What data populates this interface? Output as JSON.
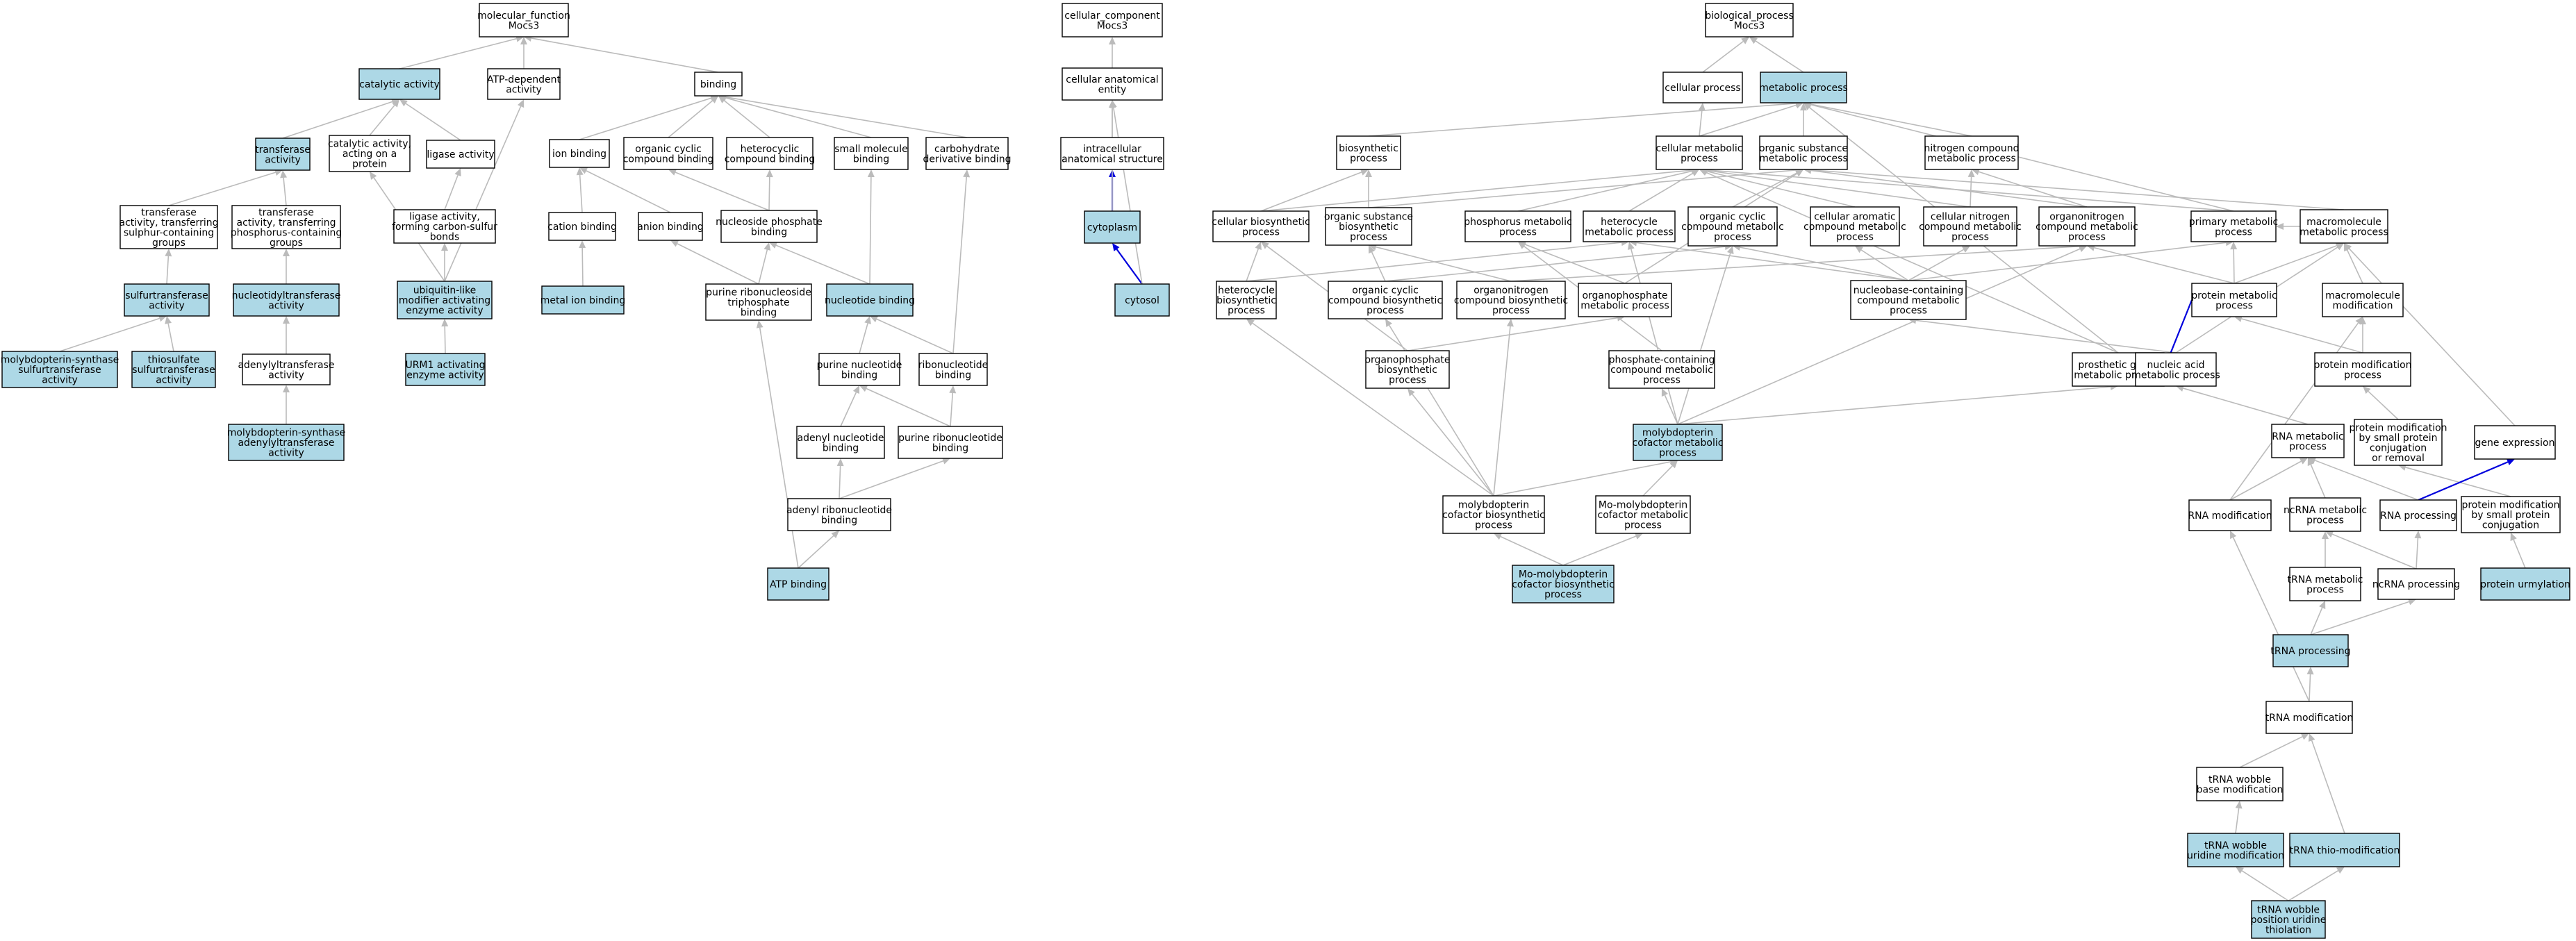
{
  "colors": {
    "highlight": "#add8e6",
    "plain": "#ffffff",
    "edge": "#bbbbbb",
    "edge_highlight": "#0000dd"
  },
  "nodes": [
    {
      "id": "mf",
      "lines": [
        "molecular_function",
        "Mocs3"
      ],
      "hl": false
    },
    {
      "id": "cat",
      "lines": [
        "catalytic activity"
      ],
      "hl": true
    },
    {
      "id": "atpdep",
      "lines": [
        "ATP-dependent",
        "activity"
      ],
      "hl": false
    },
    {
      "id": "binding",
      "lines": [
        "binding"
      ],
      "hl": false
    },
    {
      "id": "transf",
      "lines": [
        "transferase",
        "activity"
      ],
      "hl": true
    },
    {
      "id": "catprot",
      "lines": [
        "catalytic activity,",
        "acting on a",
        "protein"
      ],
      "hl": false
    },
    {
      "id": "ligase",
      "lines": [
        "ligase activity"
      ],
      "hl": false
    },
    {
      "id": "ionb",
      "lines": [
        "ion binding"
      ],
      "hl": false
    },
    {
      "id": "orgcyc",
      "lines": [
        "organic cyclic",
        "compound binding"
      ],
      "hl": false
    },
    {
      "id": "hetcyc",
      "lines": [
        "heterocyclic",
        "compound binding"
      ],
      "hl": false
    },
    {
      "id": "smallmol",
      "lines": [
        "small molecule",
        "binding"
      ],
      "hl": false
    },
    {
      "id": "carbo",
      "lines": [
        "carbohydrate",
        "derivative binding"
      ],
      "hl": false
    },
    {
      "id": "trsulf",
      "lines": [
        "transferase",
        "activity, transferring",
        "sulphur-containing",
        "groups"
      ],
      "hl": false
    },
    {
      "id": "trphos",
      "lines": [
        "transferase",
        "activity, transferring",
        "phosphorus-containing",
        "groups"
      ],
      "hl": false
    },
    {
      "id": "ligcs",
      "lines": [
        "ligase activity,",
        "forming carbon-sulfur",
        "bonds"
      ],
      "hl": false
    },
    {
      "id": "cation",
      "lines": [
        "cation binding"
      ],
      "hl": false
    },
    {
      "id": "anion",
      "lines": [
        "anion binding"
      ],
      "hl": false
    },
    {
      "id": "nucphos",
      "lines": [
        "nucleoside phosphate",
        "binding"
      ],
      "hl": false
    },
    {
      "id": "sulfur",
      "lines": [
        "sulfurtransferase",
        "activity"
      ],
      "hl": true
    },
    {
      "id": "nuctrans",
      "lines": [
        "nucleotidyltransferase",
        "activity"
      ],
      "hl": true
    },
    {
      "id": "ubl",
      "lines": [
        "ubiquitin-like",
        "modifier activating",
        "enzyme activity"
      ],
      "hl": true
    },
    {
      "id": "metal",
      "lines": [
        "metal ion binding"
      ],
      "hl": true
    },
    {
      "id": "purtri",
      "lines": [
        "purine ribonucleoside",
        "triphosphate",
        "binding"
      ],
      "hl": false
    },
    {
      "id": "nucb",
      "lines": [
        "nucleotide binding"
      ],
      "hl": true
    },
    {
      "id": "mocssulf",
      "lines": [
        "molybdopterin-synthase",
        "sulfurtransferase",
        "activity"
      ],
      "hl": true
    },
    {
      "id": "thiosulf",
      "lines": [
        "thiosulfate",
        "sulfurtransferase",
        "activity"
      ],
      "hl": true
    },
    {
      "id": "adenyltr",
      "lines": [
        "adenylyltransferase",
        "activity"
      ],
      "hl": false
    },
    {
      "id": "urm1",
      "lines": [
        "URM1 activating",
        "enzyme activity"
      ],
      "hl": true
    },
    {
      "id": "purnuc",
      "lines": [
        "purine nucleotide",
        "binding"
      ],
      "hl": false
    },
    {
      "id": "ribonuc",
      "lines": [
        "ribonucleotide",
        "binding"
      ],
      "hl": false
    },
    {
      "id": "mocsaden",
      "lines": [
        "molybdopterin-synthase",
        "adenylyltransferase",
        "activity"
      ],
      "hl": true
    },
    {
      "id": "adenuc",
      "lines": [
        "adenyl nucleotide",
        "binding"
      ],
      "hl": false
    },
    {
      "id": "purribo",
      "lines": [
        "purine ribonucleotide",
        "binding"
      ],
      "hl": false
    },
    {
      "id": "adenribo",
      "lines": [
        "adenyl ribonucleotide",
        "binding"
      ],
      "hl": false
    },
    {
      "id": "atpb",
      "lines": [
        "ATP binding"
      ],
      "hl": true
    },
    {
      "id": "cc",
      "lines": [
        "cellular_component",
        "Mocs3"
      ],
      "hl": false
    },
    {
      "id": "cae",
      "lines": [
        "cellular anatomical",
        "entity"
      ],
      "hl": false
    },
    {
      "id": "ias",
      "lines": [
        "intracellular",
        "anatomical structure"
      ],
      "hl": false
    },
    {
      "id": "cytoplasm",
      "lines": [
        "cytoplasm"
      ],
      "hl": true
    },
    {
      "id": "cytosol",
      "lines": [
        "cytosol"
      ],
      "hl": true
    },
    {
      "id": "bp",
      "lines": [
        "biological_process",
        "Mocs3"
      ],
      "hl": false
    },
    {
      "id": "cellproc",
      "lines": [
        "cellular process"
      ],
      "hl": false
    },
    {
      "id": "metproc",
      "lines": [
        "metabolic process"
      ],
      "hl": true
    },
    {
      "id": "biosyn",
      "lines": [
        "biosynthetic",
        "process"
      ],
      "hl": false
    },
    {
      "id": "cellmet",
      "lines": [
        "cellular metabolic",
        "process"
      ],
      "hl": false
    },
    {
      "id": "orgsub",
      "lines": [
        "organic substance",
        "metabolic process"
      ],
      "hl": false
    },
    {
      "id": "nitro",
      "lines": [
        "nitrogen compound",
        "metabolic process"
      ],
      "hl": false
    },
    {
      "id": "cellbio",
      "lines": [
        "cellular biosynthetic",
        "process"
      ],
      "hl": false
    },
    {
      "id": "orgsubbio",
      "lines": [
        "organic substance",
        "biosynthetic",
        "process"
      ],
      "hl": false
    },
    {
      "id": "phosmet",
      "lines": [
        "phosphorus metabolic",
        "process"
      ],
      "hl": false
    },
    {
      "id": "hetmet",
      "lines": [
        "heterocycle",
        "metabolic process"
      ],
      "hl": false
    },
    {
      "id": "orgcycmet",
      "lines": [
        "organic cyclic",
        "compound metabolic",
        "process"
      ],
      "hl": false
    },
    {
      "id": "cellarom",
      "lines": [
        "cellular aromatic",
        "compound metabolic",
        "process"
      ],
      "hl": false
    },
    {
      "id": "cellnitro",
      "lines": [
        "cellular nitrogen",
        "compound metabolic",
        "process"
      ],
      "hl": false
    },
    {
      "id": "orgnitro",
      "lines": [
        "organonitrogen",
        "compound metabolic",
        "process"
      ],
      "hl": false
    },
    {
      "id": "primmet",
      "lines": [
        "primary metabolic",
        "process"
      ],
      "hl": false
    },
    {
      "id": "macromet",
      "lines": [
        "macromolecule",
        "metabolic process"
      ],
      "hl": false
    },
    {
      "id": "hetbio",
      "lines": [
        "heterocycle",
        "biosynthetic",
        "process"
      ],
      "hl": false
    },
    {
      "id": "orgcycbio",
      "lines": [
        "organic cyclic",
        "compound biosynthetic",
        "process"
      ],
      "hl": false
    },
    {
      "id": "orgnitrobio",
      "lines": [
        "organonitrogen",
        "compound biosynthetic",
        "process"
      ],
      "hl": false
    },
    {
      "id": "orgphosmet",
      "lines": [
        "organophosphate",
        "metabolic process"
      ],
      "hl": false
    },
    {
      "id": "nucbase",
      "lines": [
        "nucleobase-containing",
        "compound metabolic",
        "process"
      ],
      "hl": false
    },
    {
      "id": "protmet",
      "lines": [
        "protein metabolic",
        "process"
      ],
      "hl": false
    },
    {
      "id": "macromod",
      "lines": [
        "macromolecule",
        "modification"
      ],
      "hl": false
    },
    {
      "id": "orgphosbio",
      "lines": [
        "organophosphate",
        "biosynthetic",
        "process"
      ],
      "hl": false
    },
    {
      "id": "phoscont",
      "lines": [
        "phosphate-containing",
        "compound metabolic",
        "process"
      ],
      "hl": false
    },
    {
      "id": "prosth",
      "lines": [
        "prosthetic group",
        "metabolic process"
      ],
      "hl": false
    },
    {
      "id": "nucacid",
      "lines": [
        "nucleic acid",
        "metabolic process"
      ],
      "hl": false
    },
    {
      "id": "protmod",
      "lines": [
        "protein modification",
        "process"
      ],
      "hl": false
    },
    {
      "id": "rnamet",
      "lines": [
        "RNA metabolic",
        "process"
      ],
      "hl": false
    },
    {
      "id": "protconj",
      "lines": [
        "protein modification",
        "by small protein",
        "conjugation",
        "or removal"
      ],
      "hl": false
    },
    {
      "id": "moco",
      "lines": [
        "molybdopterin",
        "cofactor metabolic",
        "process"
      ],
      "hl": true
    },
    {
      "id": "geneexp",
      "lines": [
        "gene expression"
      ],
      "hl": false
    },
    {
      "id": "mocobio",
      "lines": [
        "molybdopterin",
        "cofactor biosynthetic",
        "process"
      ],
      "hl": false
    },
    {
      "id": "momoco",
      "lines": [
        "Mo-molybdopterin",
        "cofactor metabolic",
        "process"
      ],
      "hl": false
    },
    {
      "id": "rnamod",
      "lines": [
        "RNA modification"
      ],
      "hl": false
    },
    {
      "id": "ncrnamet",
      "lines": [
        "ncRNA metabolic",
        "process"
      ],
      "hl": false
    },
    {
      "id": "rnaproc",
      "lines": [
        "RNA processing"
      ],
      "hl": false
    },
    {
      "id": "smallconj",
      "lines": [
        "protein modification",
        "by small protein",
        "conjugation"
      ],
      "hl": false
    },
    {
      "id": "momocobio",
      "lines": [
        "Mo-molybdopterin",
        "cofactor biosynthetic",
        "process"
      ],
      "hl": true
    },
    {
      "id": "trnamet",
      "lines": [
        "tRNA metabolic",
        "process"
      ],
      "hl": false
    },
    {
      "id": "ncrnaproc",
      "lines": [
        "ncRNA processing"
      ],
      "hl": false
    },
    {
      "id": "urmyl",
      "lines": [
        "protein urmylation"
      ],
      "hl": true
    },
    {
      "id": "trnaproc",
      "lines": [
        "tRNA processing"
      ],
      "hl": true
    },
    {
      "id": "trnamod",
      "lines": [
        "tRNA modification"
      ],
      "hl": false
    },
    {
      "id": "wobblebase",
      "lines": [
        "tRNA wobble",
        "base modification"
      ],
      "hl": false
    },
    {
      "id": "wobbleurid",
      "lines": [
        "tRNA wobble",
        "uridine modification"
      ],
      "hl": true
    },
    {
      "id": "thiomod",
      "lines": [
        "tRNA thio-modification"
      ],
      "hl": true
    },
    {
      "id": "wobblethiol",
      "lines": [
        "tRNA wobble",
        "position uridine",
        "thiolation"
      ],
      "hl": true
    }
  ],
  "edges": [
    [
      "cat",
      "mf",
      false
    ],
    [
      "atpdep",
      "mf",
      false
    ],
    [
      "binding",
      "mf",
      false
    ],
    [
      "transf",
      "cat",
      false
    ],
    [
      "catprot",
      "cat",
      false
    ],
    [
      "ligase",
      "cat",
      false
    ],
    [
      "ionb",
      "binding",
      false
    ],
    [
      "orgcyc",
      "binding",
      false
    ],
    [
      "hetcyc",
      "binding",
      false
    ],
    [
      "smallmol",
      "binding",
      false
    ],
    [
      "carbo",
      "binding",
      false
    ],
    [
      "trsulf",
      "transf",
      false
    ],
    [
      "trphos",
      "transf",
      false
    ],
    [
      "ligcs",
      "ligase",
      false
    ],
    [
      "cation",
      "ionb",
      false
    ],
    [
      "anion",
      "ionb",
      false
    ],
    [
      "nucphos",
      "orgcyc",
      false
    ],
    [
      "nucphos",
      "hetcyc",
      false
    ],
    [
      "sulfur",
      "trsulf",
      false
    ],
    [
      "nuctrans",
      "trphos",
      false
    ],
    [
      "ubl",
      "ligcs",
      false
    ],
    [
      "ubl",
      "catprot",
      false
    ],
    [
      "ubl",
      "atpdep",
      false
    ],
    [
      "metal",
      "cation",
      false
    ],
    [
      "purtri",
      "anion",
      false
    ],
    [
      "purtri",
      "nucphos",
      false
    ],
    [
      "nucb",
      "nucphos",
      false
    ],
    [
      "nucb",
      "smallmol",
      false
    ],
    [
      "mocssulf",
      "sulfur",
      false
    ],
    [
      "thiosulf",
      "sulfur",
      false
    ],
    [
      "adenyltr",
      "nuctrans",
      false
    ],
    [
      "urm1",
      "ubl",
      false
    ],
    [
      "purnuc",
      "nucb",
      false
    ],
    [
      "ribonuc",
      "nucb",
      false
    ],
    [
      "ribonuc",
      "carbo",
      false
    ],
    [
      "mocsaden",
      "adenyltr",
      false
    ],
    [
      "adenuc",
      "purnuc",
      false
    ],
    [
      "purribo",
      "purnuc",
      false
    ],
    [
      "purribo",
      "ribonuc",
      false
    ],
    [
      "adenribo",
      "adenuc",
      false
    ],
    [
      "adenribo",
      "purribo",
      false
    ],
    [
      "atpb",
      "adenribo",
      false
    ],
    [
      "atpb",
      "purtri",
      false
    ],
    [
      "cae",
      "cc",
      false
    ],
    [
      "ias",
      "cae",
      false
    ],
    [
      "cytoplasm",
      "ias",
      true
    ],
    [
      "cytoplasm",
      "cae",
      false
    ],
    [
      "cytosol",
      "cytoplasm",
      true
    ],
    [
      "cytosol",
      "cae",
      false
    ],
    [
      "cellproc",
      "bp",
      false
    ],
    [
      "metproc",
      "bp",
      false
    ],
    [
      "biosyn",
      "metproc",
      false
    ],
    [
      "cellmet",
      "cellproc",
      false
    ],
    [
      "cellmet",
      "metproc",
      false
    ],
    [
      "orgsub",
      "metproc",
      false
    ],
    [
      "nitro",
      "metproc",
      false
    ],
    [
      "primmet",
      "metproc",
      false
    ],
    [
      "prosth",
      "metproc",
      false
    ],
    [
      "cellbio",
      "biosyn",
      false
    ],
    [
      "cellbio",
      "cellmet",
      false
    ],
    [
      "orgsubbio",
      "biosyn",
      false
    ],
    [
      "orgsubbio",
      "orgsub",
      false
    ],
    [
      "phosmet",
      "cellmet",
      false
    ],
    [
      "hetmet",
      "cellmet",
      false
    ],
    [
      "orgcycmet",
      "orgsub",
      false
    ],
    [
      "cellarom",
      "cellmet",
      false
    ],
    [
      "cellnitro",
      "cellmet",
      false
    ],
    [
      "cellnitro",
      "nitro",
      false
    ],
    [
      "orgnitro",
      "orgsub",
      false
    ],
    [
      "orgnitro",
      "nitro",
      false
    ],
    [
      "primmet",
      "cellmet",
      false
    ],
    [
      "macromet",
      "orgsub",
      false
    ],
    [
      "macromet",
      "primmet",
      false
    ],
    [
      "hetbio",
      "cellbio",
      false
    ],
    [
      "hetbio",
      "hetmet",
      false
    ],
    [
      "orgcycbio",
      "orgsubbio",
      false
    ],
    [
      "orgcycbio",
      "orgcycmet",
      false
    ],
    [
      "orgnitrobio",
      "orgsubbio",
      false
    ],
    [
      "orgnitrobio",
      "orgnitro",
      false
    ],
    [
      "orgphosmet",
      "phosmet",
      false
    ],
    [
      "orgphosmet",
      "orgsub",
      false
    ],
    [
      "nucbase",
      "hetmet",
      false
    ],
    [
      "nucbase",
      "orgcycmet",
      false
    ],
    [
      "nucbase",
      "cellarom",
      false
    ],
    [
      "nucbase",
      "cellnitro",
      false
    ],
    [
      "nucbase",
      "primmet",
      false
    ],
    [
      "protmet",
      "primmet",
      false
    ],
    [
      "protmet",
      "macromet",
      false
    ],
    [
      "protmet",
      "orgnitro",
      false
    ],
    [
      "macromod",
      "macromet",
      false
    ],
    [
      "orgphosbio",
      "orgphosmet",
      false
    ],
    [
      "orgphosbio",
      "cellbio",
      false
    ],
    [
      "phoscont",
      "phosmet",
      false
    ],
    [
      "prosth",
      "cellmet",
      false
    ],
    [
      "nucacid",
      "nucbase",
      false
    ],
    [
      "nucacid",
      "macromet",
      false
    ],
    [
      "protmod",
      "protmet",
      false
    ],
    [
      "protmod",
      "macromod",
      false
    ],
    [
      "rnamet",
      "nucacid",
      false
    ],
    [
      "protconj",
      "protmod",
      false
    ],
    [
      "moco",
      "prosth",
      false
    ],
    [
      "moco",
      "phoscont",
      false
    ],
    [
      "moco",
      "orgnitro",
      false
    ],
    [
      "moco",
      "hetmet",
      false
    ],
    [
      "moco",
      "orgcycmet",
      false
    ],
    [
      "geneexp",
      "macromet",
      false
    ],
    [
      "mocobio",
      "moco",
      false
    ],
    [
      "mocobio",
      "hetbio",
      false
    ],
    [
      "mocobio",
      "orgcycbio",
      false
    ],
    [
      "mocobio",
      "orgnitrobio",
      false
    ],
    [
      "mocobio",
      "orgphosbio",
      false
    ],
    [
      "momoco",
      "moco",
      false
    ],
    [
      "rnamod",
      "rnamet",
      false
    ],
    [
      "rnamod",
      "macromod",
      false
    ],
    [
      "ncrnamet",
      "rnamet",
      false
    ],
    [
      "rnaproc",
      "rnamet",
      false
    ],
    [
      "smallconj",
      "protconj",
      false
    ],
    [
      "momocobio",
      "mocobio",
      false
    ],
    [
      "momocobio",
      "momoco",
      false
    ],
    [
      "trnamet",
      "ncrnamet",
      false
    ],
    [
      "ncrnaproc",
      "ncrnamet",
      false
    ],
    [
      "ncrnaproc",
      "rnaproc",
      false
    ],
    [
      "urmyl",
      "smallconj",
      false
    ],
    [
      "trnaproc",
      "trnamet",
      false
    ],
    [
      "trnaproc",
      "ncrnaproc",
      false
    ],
    [
      "trnamod",
      "trnaproc",
      false
    ],
    [
      "trnamod",
      "rnamod",
      false
    ],
    [
      "wobblebase",
      "trnamod",
      false
    ],
    [
      "wobbleurid",
      "wobblebase",
      false
    ],
    [
      "thiomod",
      "trnamod",
      false
    ],
    [
      "wobblethiol",
      "wobbleurid",
      false
    ],
    [
      "wobblethiol",
      "thiomod",
      false
    ],
    [
      "protmet",
      "prosth",
      true
    ],
    [
      "rnaproc",
      "geneexp",
      true
    ]
  ]
}
